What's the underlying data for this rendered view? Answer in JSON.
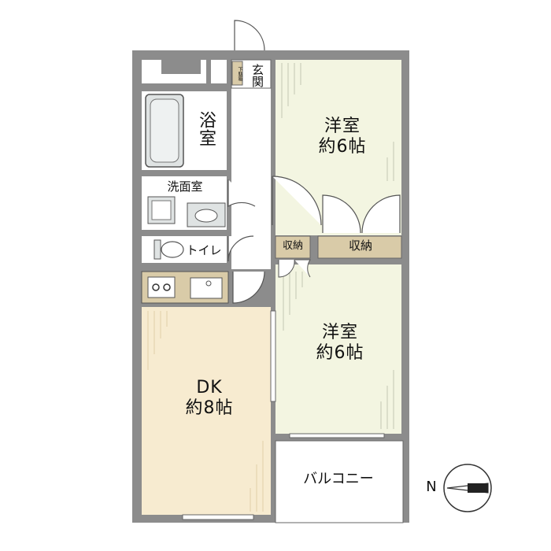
{
  "colors": {
    "wall": "#8c8c8c",
    "floor_dk": "#f7ebd0",
    "floor_room": "#f3f5e1",
    "storage": "#d9cba8",
    "fixture": "#dfe3e3",
    "line": "#555555"
  },
  "rooms": {
    "western_upper": {
      "name": "洋室",
      "size": "約6帖"
    },
    "western_lower": {
      "name": "洋室",
      "size": "約6帖"
    },
    "dk": {
      "name": "DK",
      "size": "約8帖"
    },
    "bath": {
      "name": "浴室"
    },
    "washroom": {
      "name": "洗面室"
    },
    "toilet": {
      "name": "トイレ"
    },
    "entrance": {
      "name": "玄関"
    },
    "storage_small": {
      "name": "収納"
    },
    "storage_large": {
      "name": "収納"
    },
    "balcony": {
      "name": "バルコニー"
    }
  },
  "shoe_box": {
    "label": "下駄箱"
  },
  "compass": {
    "label": "N"
  }
}
